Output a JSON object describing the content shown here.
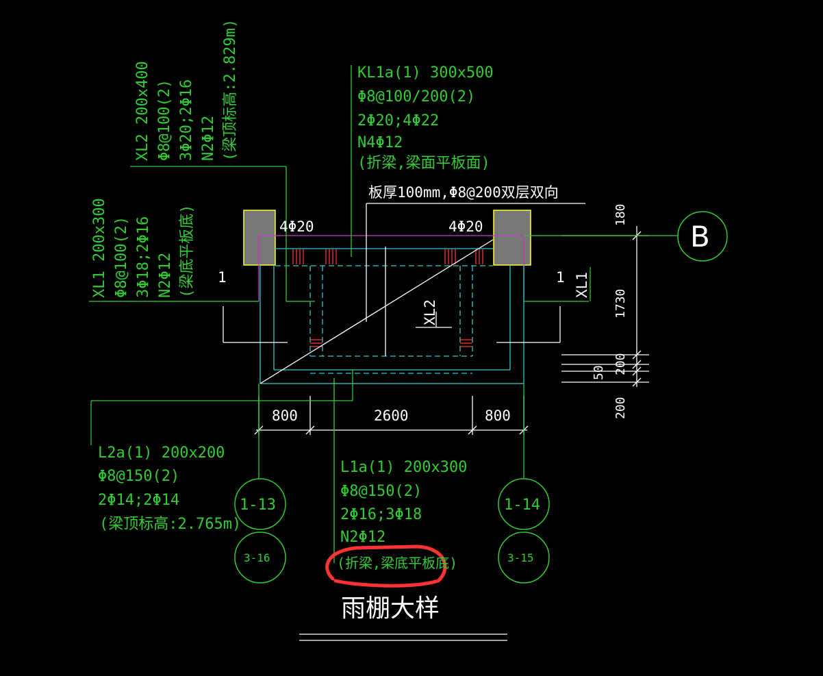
{
  "kl1a": {
    "l1": "KL1a(1) 300x500",
    "l2": "Φ8@100/200(2)",
    "l3": "2Φ20;4Φ22",
    "l4": "N4Φ12",
    "l5": "(折梁,梁面平板面)"
  },
  "xl2": {
    "l1": "XL2 200x400",
    "l2": "Φ8@100(2)",
    "l3": "3Φ20;2Φ16",
    "l4": "N2Φ12",
    "l5": "(梁顶标高:2.829m)"
  },
  "xl1": {
    "l1": "XL1 200x300",
    "l2": "Φ8@100(2)",
    "l3": "3Φ18;2Φ16",
    "l4": "N2Φ12",
    "l5": "(梁底平板底)"
  },
  "slab_note": "板厚100mm,Φ8@200双层双向",
  "rebar_left": "4Φ20",
  "rebar_right": "4Φ20",
  "section_mark_left": "1",
  "section_mark_right": "1",
  "xl1_side": "XL1",
  "xl2_mid": "XL2",
  "dims_right": {
    "d180": "180",
    "d1730": "1730",
    "d200a": "200",
    "d50": "50",
    "d200b": "200"
  },
  "dims_bottom": {
    "left": "800",
    "mid": "2600",
    "right": "800"
  },
  "axis_b": "B",
  "l2a": {
    "l1": "L2a(1) 200x200",
    "l2": "Φ8@150(2)",
    "l3": "2Φ14;2Φ14",
    "l4": "(梁顶标高:2.765m)"
  },
  "l1a": {
    "l1": "L1a(1) 200x300",
    "l2": "Φ8@150(2)",
    "l3": "2Φ16;3Φ18",
    "l4": "N2Φ12",
    "l5": "(折梁,梁底平板底)"
  },
  "circles": {
    "c1": "1-13",
    "c2": "3-16",
    "c3": "1-14",
    "c4": "3-15"
  },
  "title": "雨棚大样",
  "colors": {
    "green": "#33cc33",
    "cyan": "#33cccc",
    "magenta": "#cc33cc",
    "red": "#ff3333",
    "yellow": "#ffff33",
    "gray": "#777777",
    "white": "#ffffff",
    "highlight": "#ff3333"
  }
}
